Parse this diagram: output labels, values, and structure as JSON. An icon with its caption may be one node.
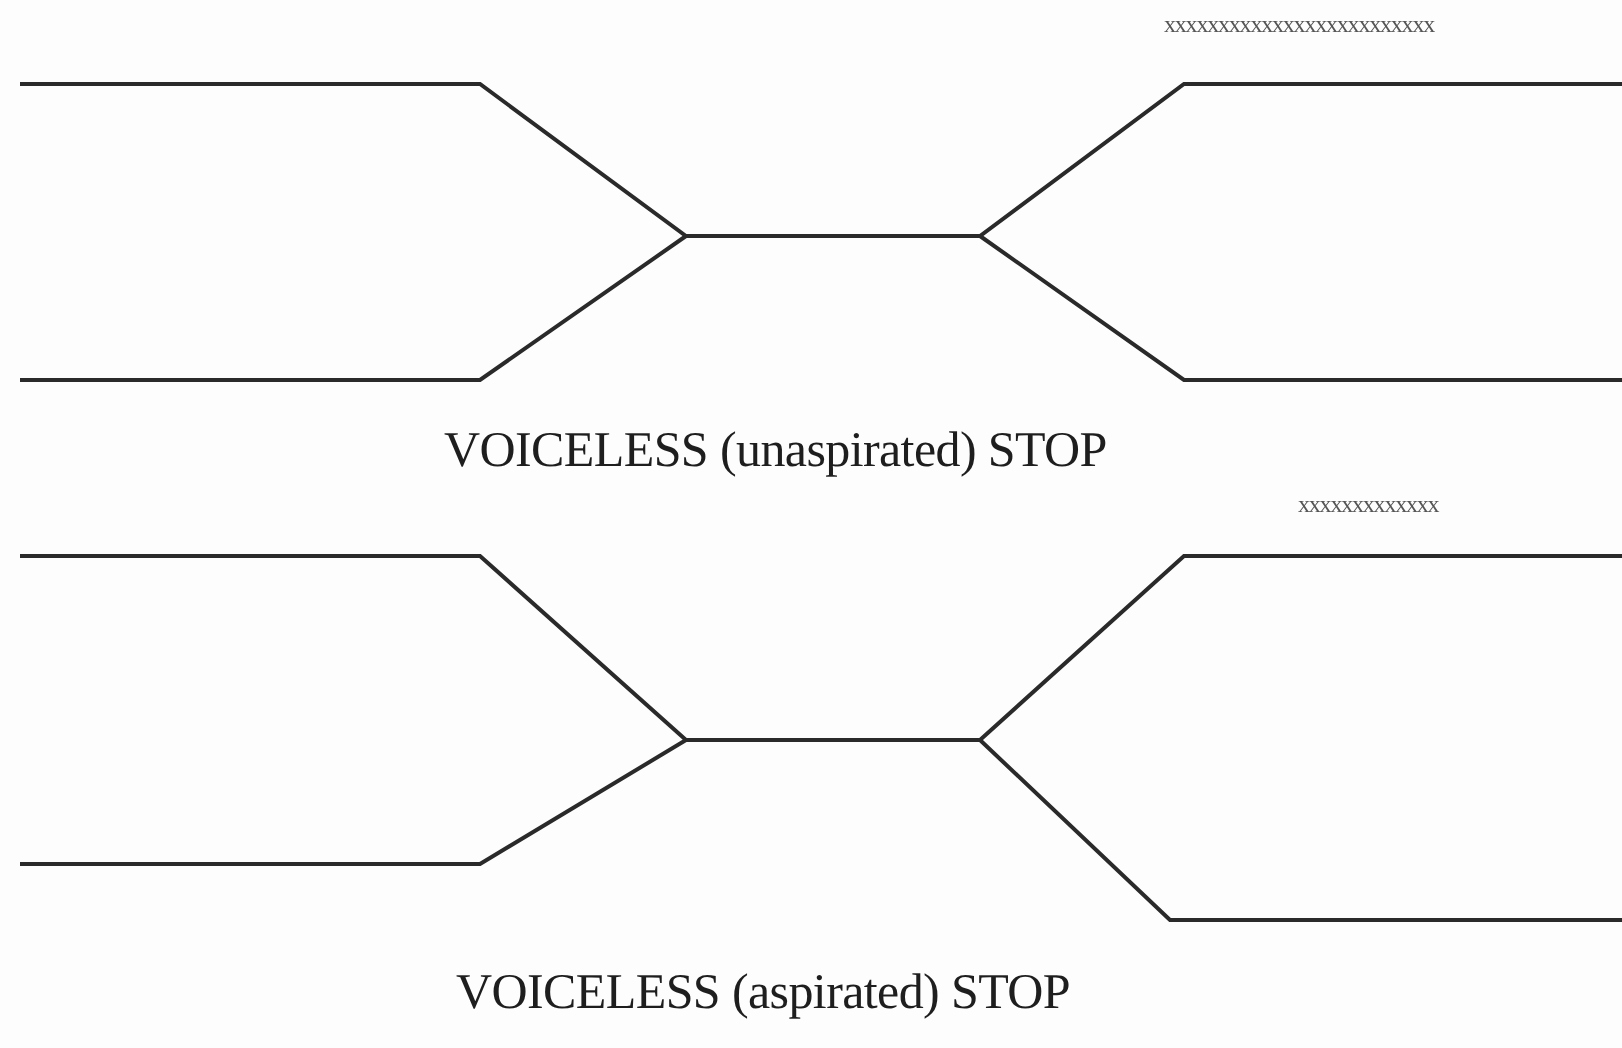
{
  "diagram": {
    "labels": [
      "xxxxxxxxxxxxxxxxxxxxxxxxx",
      "VOICELESS (unaspirated) STOP",
      "xxxxxxxxxxxxx",
      "VOICELESS (aspirated) STOP"
    ]
  }
}
